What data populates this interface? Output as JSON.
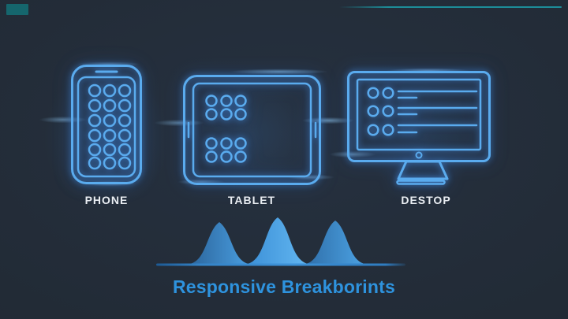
{
  "slide": {
    "background_color": "#222b36",
    "accent_blue": "#5aabee",
    "devices": [
      {
        "id": "phone",
        "label": "PHONE"
      },
      {
        "id": "tablet",
        "label": "TABLET"
      },
      {
        "id": "desktop",
        "label": "DESTOP"
      }
    ],
    "title": {
      "text": "Responsive Breakborints",
      "color": "#2e93de"
    },
    "decorations": {
      "corner_chip_color": "#15666d",
      "top_line_color": "#1d8d99"
    },
    "breakpoints_graphic": {
      "type": "decorative-peaks",
      "peak_count": 3,
      "baseline_color": "#3d92d8",
      "peak_gradients": [
        [
          "#2a6298",
          "#4ba1e4"
        ],
        [
          "#3a8ed6",
          "#65b9f2"
        ],
        [
          "#2e6ca6",
          "#4da5e6"
        ]
      ]
    }
  }
}
